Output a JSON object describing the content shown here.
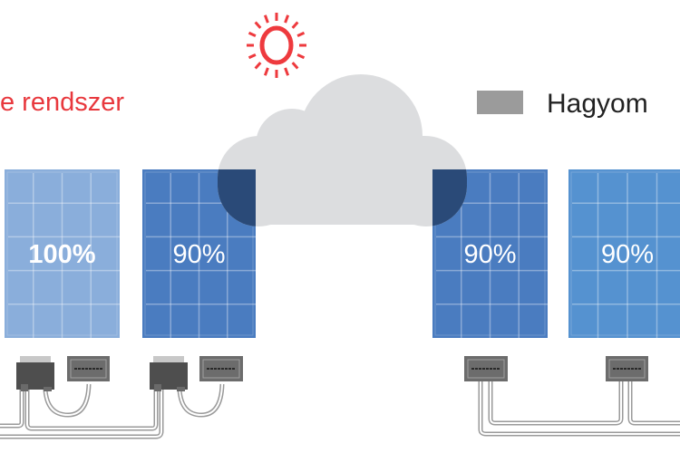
{
  "legend": {
    "left_label": "e rendszer",
    "right_label": "Hagyom",
    "left_color": "#e8383d",
    "right_swatch_color": "#9b9b9b"
  },
  "icons": {
    "sun": "sun-icon",
    "cloud": "cloud-icon",
    "microinverter": "microinverter-icon",
    "junction_box": "junction-box-icon"
  },
  "panels": [
    {
      "label": "100%",
      "color": "#8aaedb",
      "bold": true
    },
    {
      "label": "90%",
      "color": "#4a7cc0",
      "bold": false
    },
    {
      "label": "90%",
      "color": "#4a7cc0",
      "bold": false
    },
    {
      "label": "90%",
      "color": "#5592d0",
      "bold": false
    }
  ],
  "colors": {
    "sun": "#ee3a3e",
    "cloud": "#dcdddf",
    "cloud_overlap": "#2a4a78",
    "cable": "#9a9a9a"
  }
}
